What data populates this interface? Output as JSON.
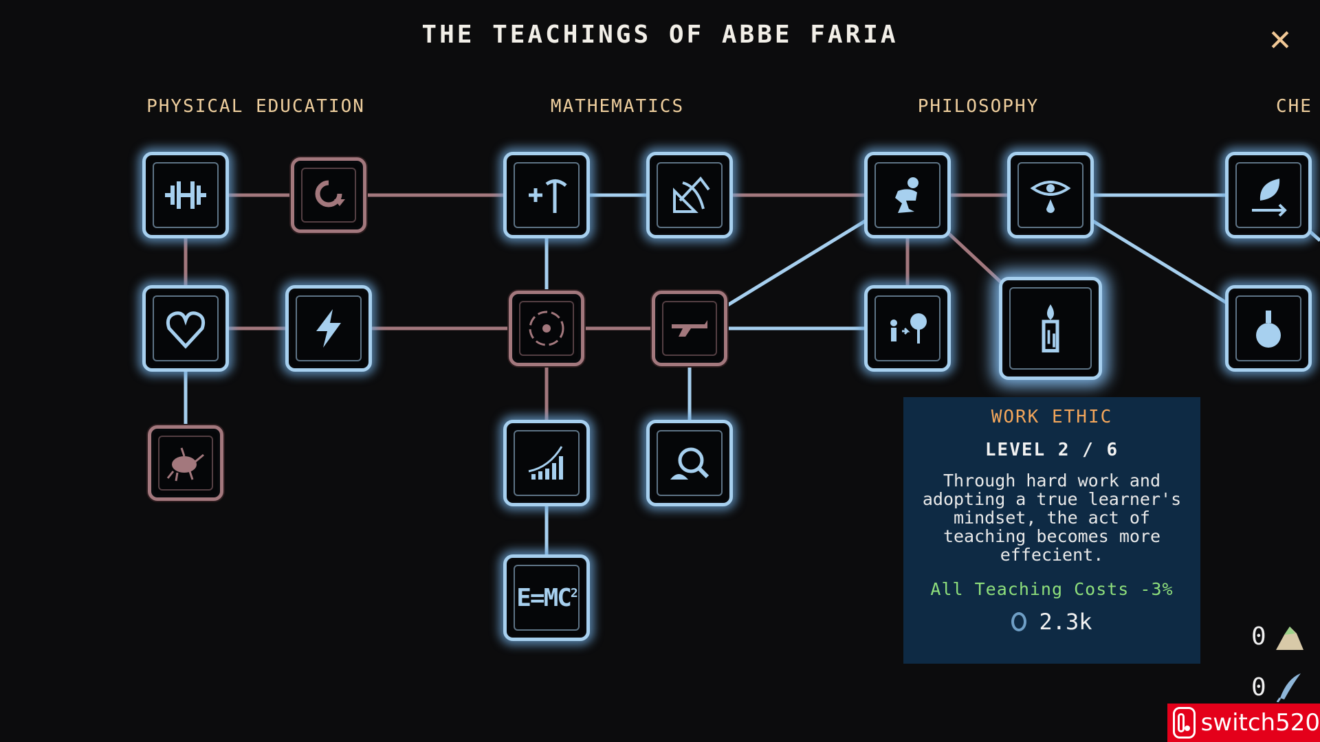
{
  "title": "THE TEACHINGS OF ABBE FARIA",
  "close_label": "✕",
  "categories": [
    {
      "label": "PHYSICAL EDUCATION"
    },
    {
      "label": "MATHEMATICS"
    },
    {
      "label": "PHILOSOPHY"
    },
    {
      "label": "CHE"
    }
  ],
  "skill_nodes": [
    {
      "icon": "dumbbell-icon",
      "state": "unlocked"
    },
    {
      "icon": "refresh-icon",
      "state": "locked"
    },
    {
      "icon": "pickaxe-plus-icon",
      "state": "unlocked"
    },
    {
      "icon": "compass-icon",
      "state": "unlocked"
    },
    {
      "icon": "thinker-icon",
      "state": "unlocked"
    },
    {
      "icon": "eye-tear-icon",
      "state": "unlocked"
    },
    {
      "icon": "leaf-arrow-icon",
      "state": "unlocked"
    },
    {
      "icon": "heart-icon",
      "state": "unlocked"
    },
    {
      "icon": "lightning-icon",
      "state": "unlocked"
    },
    {
      "icon": "target-icon",
      "state": "locked"
    },
    {
      "icon": "flintlock-icon",
      "state": "locked"
    },
    {
      "icon": "tree-growth-icon",
      "state": "unlocked"
    },
    {
      "icon": "candle-icon",
      "state": "selected"
    },
    {
      "icon": "flask-icon",
      "state": "unlocked"
    },
    {
      "icon": "cockroach-icon",
      "state": "locked"
    },
    {
      "icon": "growth-chart-icon",
      "state": "unlocked"
    },
    {
      "icon": "magnifier-icon",
      "state": "unlocked"
    },
    {
      "icon": "emc2-icon",
      "state": "unlocked"
    }
  ],
  "emc2_text": "E=MC",
  "emc2_sup": "2",
  "tooltip": {
    "name": "WORK ETHIC",
    "level": "LEVEL 2 / 6",
    "description": "Through hard work and adopting a true learner's mindset, the act of teaching becomes more effecient.",
    "effect": "All Teaching Costs -3%",
    "cost": "2.3k",
    "cost_icon": "coin-icon"
  },
  "resources": [
    {
      "value": "0",
      "icon": "pile-icon"
    },
    {
      "value": "0",
      "icon": "feather-icon"
    }
  ],
  "watermark": "switch520",
  "colors": {
    "background": "#0c0c0d",
    "unlocked_frame": "#a7d0ef",
    "locked_frame": "#a3787d",
    "category": "#efcf9e",
    "tooltip_bg": "#0e2a44",
    "tooltip_title": "#f3a65b",
    "effect": "#8fe07c",
    "badge": "#e4001a"
  }
}
